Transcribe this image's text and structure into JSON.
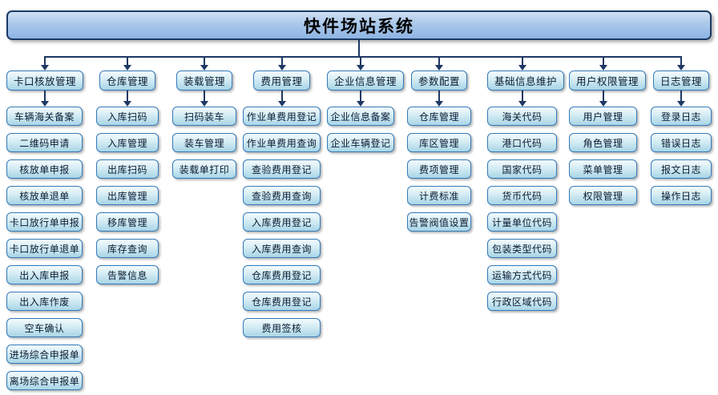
{
  "title": "快件场站系统",
  "colors": {
    "connector": "#1f3864",
    "banner_border": "#1b3a63",
    "banner_fill_top": "#cfdff3",
    "banner_fill_bottom": "#8eb4e3",
    "node_border": "#3579b8",
    "node_fill_top": "#f3fbfd",
    "node_fill_bottom": "#a8d5e6",
    "text": "#0b1b33"
  },
  "columns": [
    {
      "label": "卡口核放管理",
      "items": [
        "车辆海关备案",
        "二维码申请",
        "核放单申报",
        "核放单退单",
        "卡口放行单申报",
        "卡口放行单退单",
        "出入库申报",
        "出入库作废",
        "空车确认",
        "进场综合申报单",
        "离场综合申报单"
      ]
    },
    {
      "label": "仓库管理",
      "items": [
        "入库扫码",
        "入库管理",
        "出库扫码",
        "出库管理",
        "移库管理",
        "库存查询",
        "告警信息"
      ]
    },
    {
      "label": "装载管理",
      "items": [
        "扫码装车",
        "装车管理",
        "装载单打印"
      ]
    },
    {
      "label": "费用管理",
      "items": [
        "作业单费用登记",
        "作业单费用查询",
        "查验费用登记",
        "查验费用查询",
        "入库费用登记",
        "入库费用查询",
        "仓库费用登记",
        "仓库费用登记",
        "费用签核"
      ]
    },
    {
      "label": "企业信息管理",
      "items": [
        "企业信息备案",
        "企业车辆登记"
      ]
    },
    {
      "label": "参数配置",
      "items": [
        "仓库管理",
        "库区管理",
        "费项管理",
        "计费标准",
        "告警阀值设置"
      ]
    },
    {
      "label": "基础信息维护",
      "items": [
        "海关代码",
        "港口代码",
        "国家代码",
        "货币代码",
        "计量单位代码",
        "包装类型代码",
        "运输方式代码",
        "行政区域代码"
      ]
    },
    {
      "label": "用户权限管理",
      "items": [
        "用户管理",
        "角色管理",
        "菜单管理",
        "权限管理"
      ]
    },
    {
      "label": "日志管理",
      "items": [
        "登录日志",
        "错误日志",
        "报文日志",
        "操作日志"
      ]
    }
  ]
}
